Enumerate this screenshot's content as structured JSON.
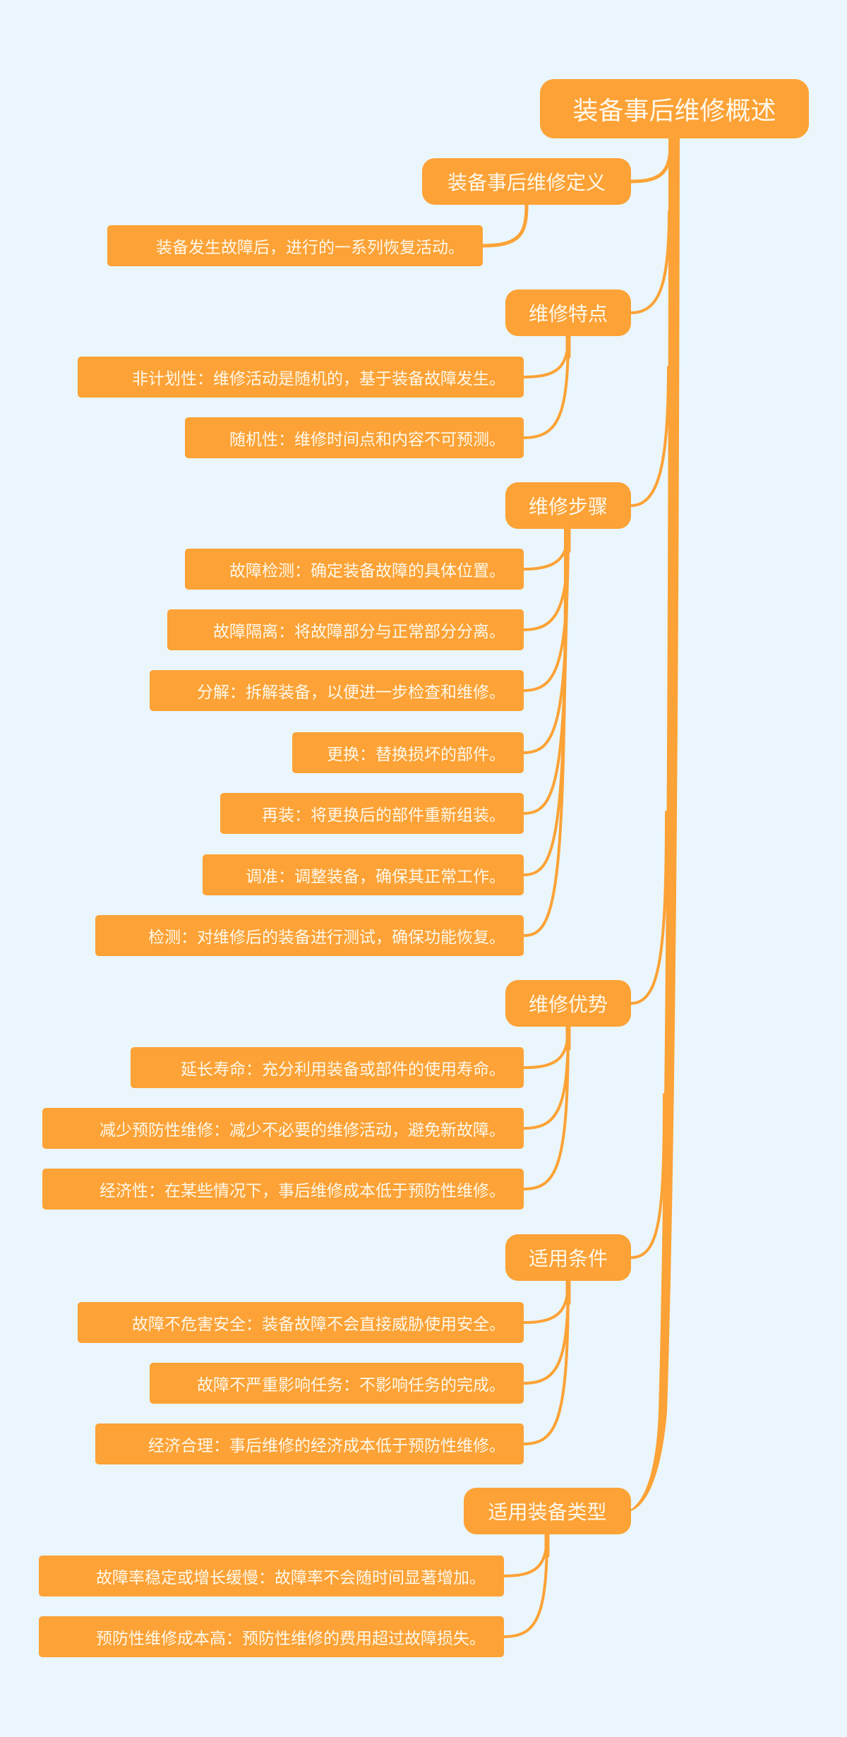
{
  "colors": {
    "background": "#EAF6FC",
    "node_fill": "#FCA236",
    "node_text": "#FFF8EA",
    "connector": "#FCA236"
  },
  "root": {
    "label": "装备事后维修概述"
  },
  "topics": [
    {
      "label": "装备事后维修定义",
      "children": [
        "装备发生故障后，进行的一系列恢复活动。"
      ]
    },
    {
      "label": "维修特点",
      "children": [
        "非计划性：维修活动是随机的，基于装备故障发生。",
        "随机性：维修时间点和内容不可预测。"
      ]
    },
    {
      "label": "维修步骤",
      "children": [
        "故障检测：确定装备故障的具体位置。",
        "故障隔离：将故障部分与正常部分分离。",
        "分解：拆解装备，以便进一步检查和维修。",
        "更换：替换损坏的部件。",
        "再装：将更换后的部件重新组装。",
        "调准：调整装备，确保其正常工作。",
        "检测：对维修后的装备进行测试，确保功能恢复。"
      ]
    },
    {
      "label": "维修优势",
      "children": [
        "延长寿命：充分利用装备或部件的使用寿命。",
        "减少预防性维修：减少不必要的维修活动，避免新故障。",
        "经济性：在某些情况下，事后维修成本低于预防性维修。"
      ]
    },
    {
      "label": "适用条件",
      "children": [
        "故障不危害安全：装备故障不会直接威胁使用安全。",
        "故障不严重影响任务：不影响任务的完成。",
        "经济合理：事后维修的经济成本低于预防性维修。"
      ]
    },
    {
      "label": "适用装备类型",
      "children": [
        "故障率稳定或增长缓慢：故障率不会随时间显著增加。",
        "预防性维修成本高：预防性维修的费用超过故障损失。"
      ]
    }
  ]
}
